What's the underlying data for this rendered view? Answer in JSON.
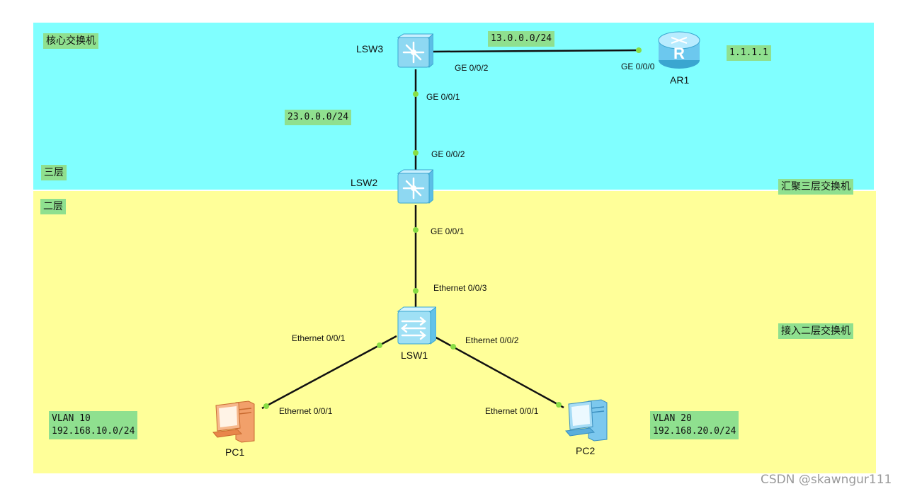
{
  "zones": {
    "core_label": "核心交换机",
    "layer3_label": "三层",
    "layer2_label": "二层",
    "aggregation_label": "汇聚三层交换机",
    "access_label": "接入二层交换机"
  },
  "devices": {
    "lsw3": "LSW3",
    "lsw2": "LSW2",
    "lsw1": "LSW1",
    "ar1": "AR1",
    "pc1": "PC1",
    "pc2": "PC2"
  },
  "networks": {
    "net13": "13.0.0.0/24",
    "net23": "23.0.0.0/24",
    "ar1_ip": "1.1.1.1",
    "vlan10": "VLAN 10\n192.168.10.0/24",
    "vlan20": "VLAN 20\n192.168.20.0/24"
  },
  "ports": {
    "lsw3_ge002": "GE 0/0/2",
    "ar1_ge000": "GE 0/0/0",
    "lsw3_ge001": "GE 0/0/1",
    "lsw2_ge002": "GE 0/0/2",
    "lsw2_ge001": "GE 0/0/1",
    "lsw1_eth003": "Ethernet 0/0/3",
    "lsw1_eth001": "Ethernet 0/0/1",
    "lsw1_eth002": "Ethernet 0/0/2",
    "pc1_eth001": "Ethernet 0/0/1",
    "pc2_eth001": "Ethernet 0/0/1"
  },
  "colors": {
    "core_zone": "#80ffff",
    "access_zone": "#ffff99",
    "label_bg": "#8fe08f",
    "port_dot": "#88dd44"
  },
  "watermark": "CSDN @skawngur111"
}
